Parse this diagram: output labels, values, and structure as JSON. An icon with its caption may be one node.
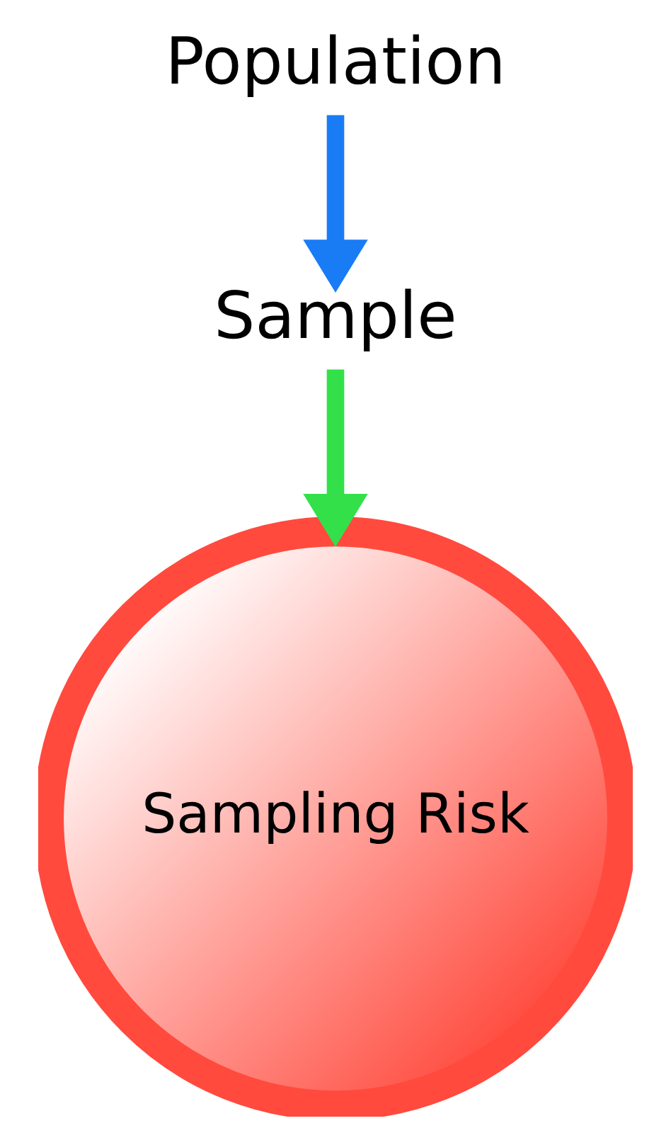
{
  "diagram": {
    "nodes": [
      {
        "text": [
          "Population"
        ]
      },
      {
        "text": [
          "Sample"
        ]
      },
      {
        "text": [
          "Sampling Risk"
        ]
      }
    ],
    "edges": [
      {
        "from": 0,
        "to": 1,
        "arrow": "to",
        "color": "#1a7cf5"
      },
      {
        "from": 1,
        "to": 2,
        "arrow": "to",
        "color": "#33e04a"
      }
    ]
  }
}
